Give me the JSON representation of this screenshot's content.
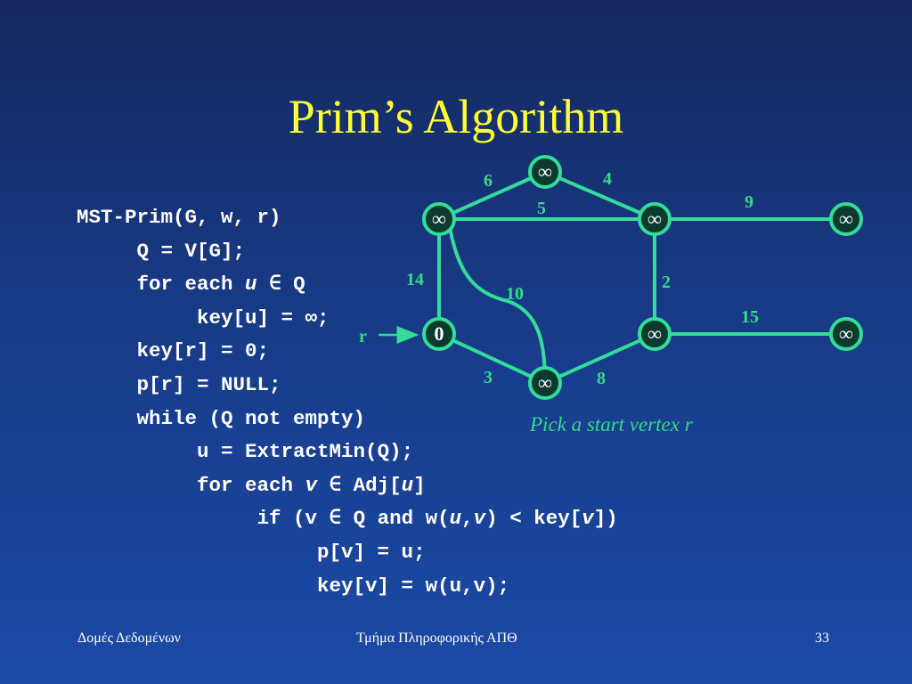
{
  "slide": {
    "title": "Prim’s Algorithm",
    "caption": "Pick a start vertex r",
    "footer_left": "Δομές Δεδομένων",
    "footer_center": "Τμήμα Πληροφορικής ΑΠΘ",
    "page_number": "33"
  },
  "code": {
    "lines": [
      {
        "indent": 0,
        "parts": [
          {
            "t": "MST-Prim(G, w, r)"
          }
        ]
      },
      {
        "indent": 1,
        "parts": [
          {
            "t": "Q = V[G];"
          }
        ]
      },
      {
        "indent": 1,
        "parts": [
          {
            "t": "for each "
          },
          {
            "t": "u",
            "i": true
          },
          {
            "t": " ∈ Q"
          }
        ]
      },
      {
        "indent": 2,
        "parts": [
          {
            "t": "key[u] = ∞;"
          }
        ]
      },
      {
        "indent": 1,
        "parts": [
          {
            "t": "key[r] = 0;"
          }
        ]
      },
      {
        "indent": 1,
        "parts": [
          {
            "t": "p[r] = NULL;"
          }
        ]
      },
      {
        "indent": 1,
        "parts": [
          {
            "t": "while (Q not empty)"
          }
        ]
      },
      {
        "indent": 2,
        "parts": [
          {
            "t": "u = ExtractMin(Q);"
          }
        ]
      },
      {
        "indent": 2,
        "parts": [
          {
            "t": "for each "
          },
          {
            "t": "v",
            "i": true
          },
          {
            "t": " ∈ Adj["
          },
          {
            "t": "u",
            "i": true
          },
          {
            "t": "]"
          }
        ]
      },
      {
        "indent": 3,
        "parts": [
          {
            "t": "if (v ∈ Q and w("
          },
          {
            "t": "u",
            "i": true
          },
          {
            "t": ","
          },
          {
            "t": "v",
            "i": true
          },
          {
            "t": ") < key["
          },
          {
            "t": "v",
            "i": true
          },
          {
            "t": "])"
          }
        ]
      },
      {
        "indent": 4,
        "parts": [
          {
            "t": "p[v] = u;"
          }
        ]
      },
      {
        "indent": 4,
        "parts": [
          {
            "t": "key[v] = w(u,v);"
          }
        ]
      }
    ]
  },
  "graph": {
    "nodes": [
      {
        "id": "top",
        "label": "∞"
      },
      {
        "id": "left",
        "label": "∞"
      },
      {
        "id": "mid",
        "label": "∞"
      },
      {
        "id": "right-top",
        "label": "∞"
      },
      {
        "id": "root",
        "label": "0"
      },
      {
        "id": "bottom",
        "label": "∞"
      },
      {
        "id": "mid-low",
        "label": "∞"
      },
      {
        "id": "right-low",
        "label": "∞"
      }
    ],
    "edges": [
      {
        "id": "top-left",
        "weight": "6"
      },
      {
        "id": "top-mid",
        "weight": "4"
      },
      {
        "id": "left-mid",
        "weight": "5"
      },
      {
        "id": "mid-righttop",
        "weight": "9"
      },
      {
        "id": "left-root",
        "weight": "14"
      },
      {
        "id": "left-bottom",
        "weight": "10"
      },
      {
        "id": "mid-midlow",
        "weight": "2"
      },
      {
        "id": "midlow-rightlow",
        "weight": "15"
      },
      {
        "id": "root-bottom",
        "weight": "3"
      },
      {
        "id": "bottom-midlow",
        "weight": "8"
      }
    ],
    "root_pointer_label": "r",
    "colors": {
      "edge": "#33dd99",
      "node_fill": "#0d3a2e",
      "node_stroke": "#33dd99",
      "weight": "#33dd88",
      "pointer": "#33dd99"
    }
  },
  "colors": {
    "title": "#ffff33",
    "code": "#ffffff",
    "background_top": "#14285e",
    "background_bottom": "#1a4aa6"
  }
}
